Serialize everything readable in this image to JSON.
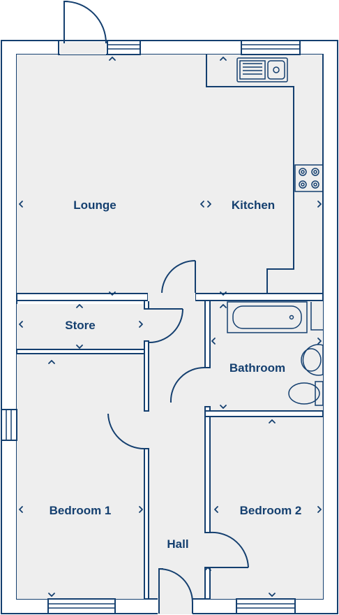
{
  "plan": {
    "colors": {
      "line": "#143f6f",
      "floor": "#eeeeee",
      "wall": "#ffffff"
    },
    "rooms": {
      "lounge": "Lounge",
      "kitchen": "Kitchen",
      "store": "Store",
      "bathroom": "Bathroom",
      "bedroom1": "Bedroom 1",
      "bedroom2": "Bedroom 2",
      "hall": "Hall"
    },
    "fixtures": [
      "sink-icon",
      "hob-icon",
      "bath-icon",
      "basin-icon",
      "toilet-icon",
      "door-swing-icon",
      "window-icon",
      "radiator-arrow-icon"
    ]
  }
}
